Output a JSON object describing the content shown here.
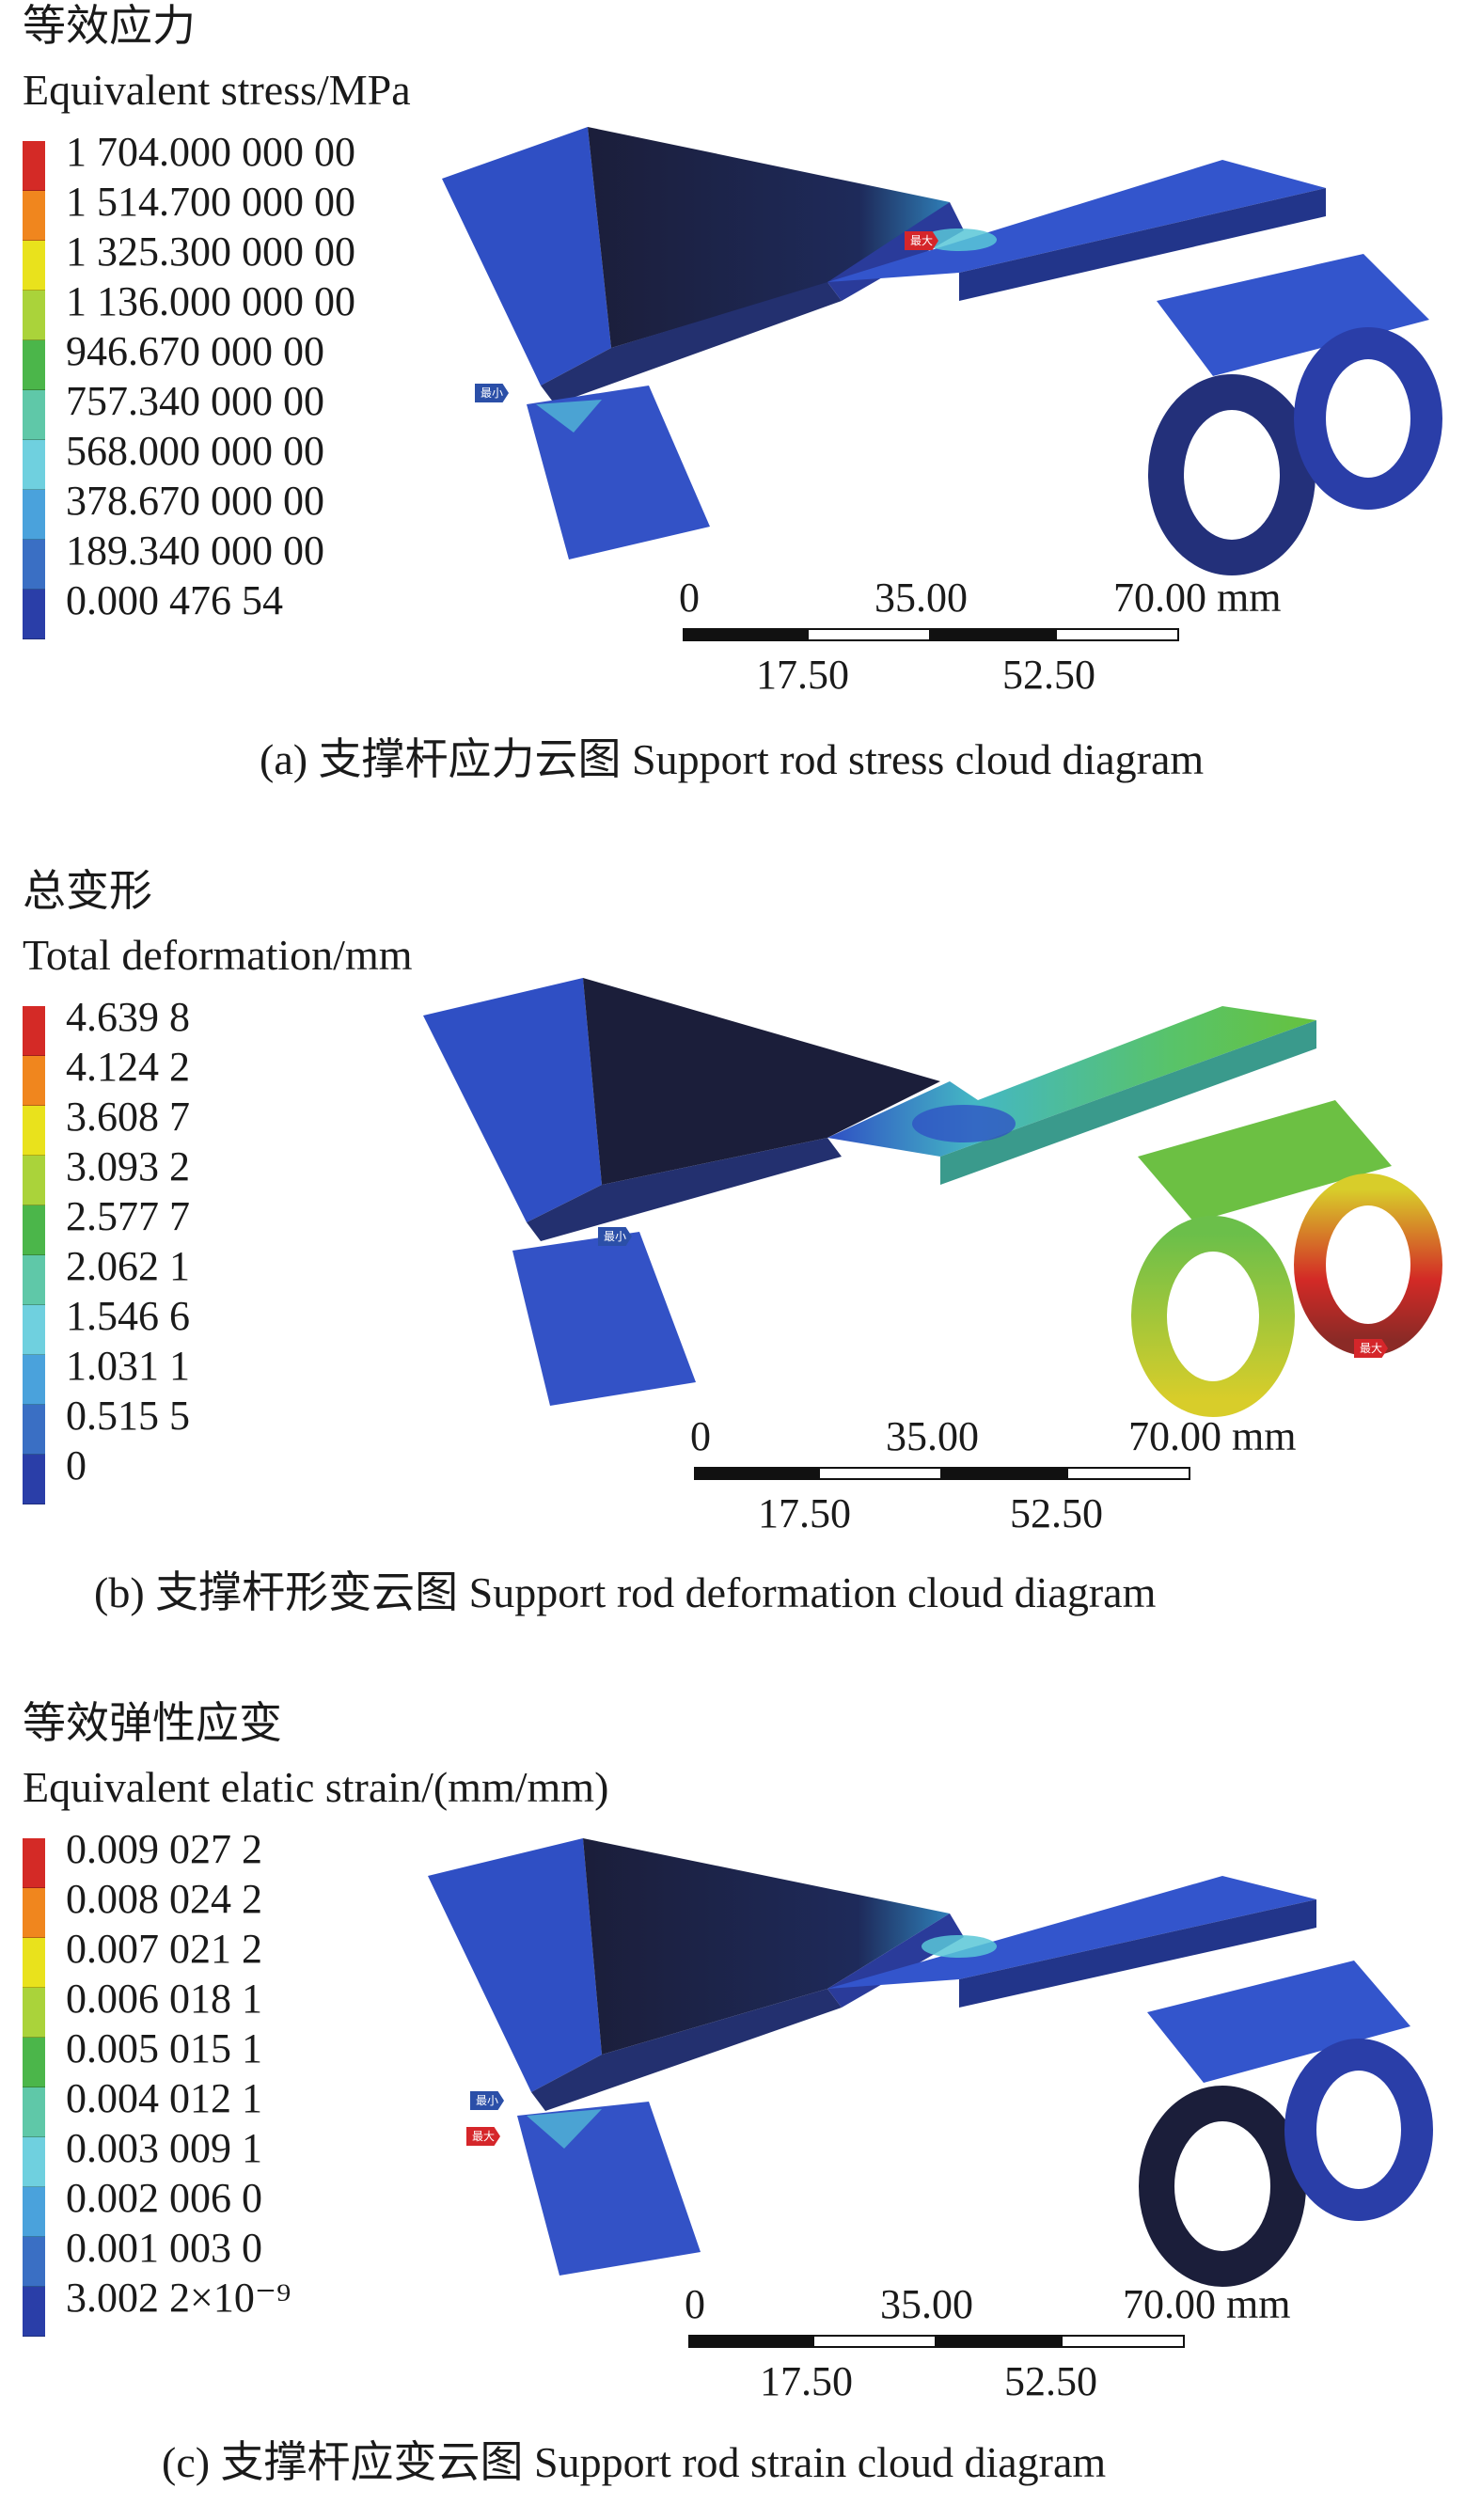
{
  "colors": {
    "legend": [
      "#d42a26",
      "#f0861e",
      "#e9e21c",
      "#aad33a",
      "#4bb64a",
      "#5fc8a8",
      "#6fd0df",
      "#4aa2dc",
      "#3a6fc4",
      "#2a3ea8"
    ],
    "body_blue": "#2f4fc4",
    "body_dark": "#1b1e3a",
    "max_red": "#d5262a"
  },
  "panels": [
    {
      "title_cn": "等效应力",
      "title_en": "Equivalent stress/MPa",
      "legend": [
        "1 704.000 000 00",
        "1 514.700 000 00",
        "1 325.300 000 00",
        "1 136.000 000 00",
        "946.670 000 00",
        "757.340 000 00",
        "568.000 000 00",
        "378.670 000 00",
        "189.340 000 00",
        "0.000 476 54"
      ],
      "scale_top": [
        "0",
        "35.00",
        "70.00 mm"
      ],
      "scale_bottom": [
        "17.50",
        "52.50"
      ],
      "probe_min": "最小",
      "probe_max": "最大",
      "caption": "(a) 支撑杆应力云图 Support rod stress cloud diagram"
    },
    {
      "title_cn": "总变形",
      "title_en": "Total deformation/mm",
      "legend": [
        "4.639 8",
        "4.124 2",
        "3.608 7",
        "3.093 2",
        "2.577 7",
        "2.062 1",
        "1.546 6",
        "1.031 1",
        "0.515 5",
        "0"
      ],
      "scale_top": [
        "0",
        "35.00",
        "70.00 mm"
      ],
      "scale_bottom": [
        "17.50",
        "52.50"
      ],
      "probe_min": "最小",
      "probe_max": "最大",
      "caption": "(b) 支撑杆形变云图 Support rod deformation cloud diagram"
    },
    {
      "title_cn": "等效弹性应变",
      "title_en": "Equivalent elatic strain/(mm/mm)",
      "legend": [
        "0.009 027 2",
        "0.008 024 2",
        "0.007 021 2",
        "0.006 018 1",
        "0.005 015 1",
        "0.004 012 1",
        "0.003 009 1",
        "0.002 006 0",
        "0.001 003 0",
        "3.002 2×10⁻⁹"
      ],
      "scale_top": [
        "0",
        "35.00",
        "70.00 mm"
      ],
      "scale_bottom": [
        "17.50",
        "52.50"
      ],
      "probe_min": "最小",
      "probe_max": "最大",
      "caption": "(c) 支撑杆应变云图 Support rod strain cloud diagram"
    }
  ]
}
